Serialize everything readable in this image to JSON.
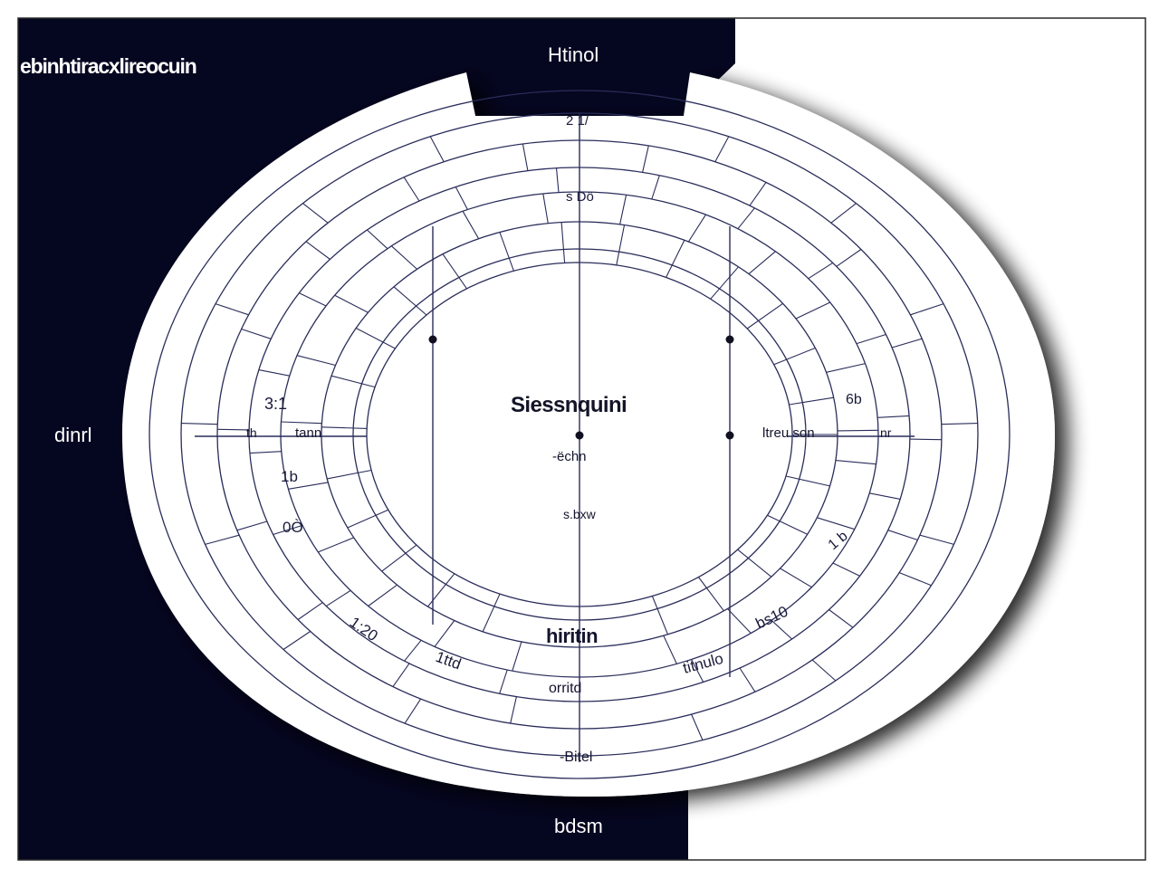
{
  "corner_title": "ebinhtiracxlireocuin",
  "top_label": "Htinol",
  "left_label": "dinrl",
  "bottom_label": "bdsm",
  "center_title": "Siessnquini",
  "center_sub_1": "-ëchn",
  "center_sub_2": "s.bxw",
  "bottom_center_label": "hiritin",
  "ring_label_1": "orritd",
  "ring_label_2": "-Bitel",
  "left_ring_label": "tann",
  "left_ring_label_2": "th",
  "right_ring_label": "ltreu son",
  "right_ring_label_2": "nr",
  "ring_tags": {
    "top_1": "2 1/",
    "top_2": "s Dö",
    "left_1": "3:1",
    "left_2": "1b",
    "left_3": "0Ò",
    "left_4": "1:20",
    "left_5": "1ttd",
    "right_1": "6b",
    "right_2": "1 b",
    "right_3": "bs10",
    "right_4": "titnulo"
  },
  "colors": {
    "background_dark": "#050620",
    "paper": "#ffffff",
    "line": "#2a2d5a",
    "dot": "#101020"
  }
}
